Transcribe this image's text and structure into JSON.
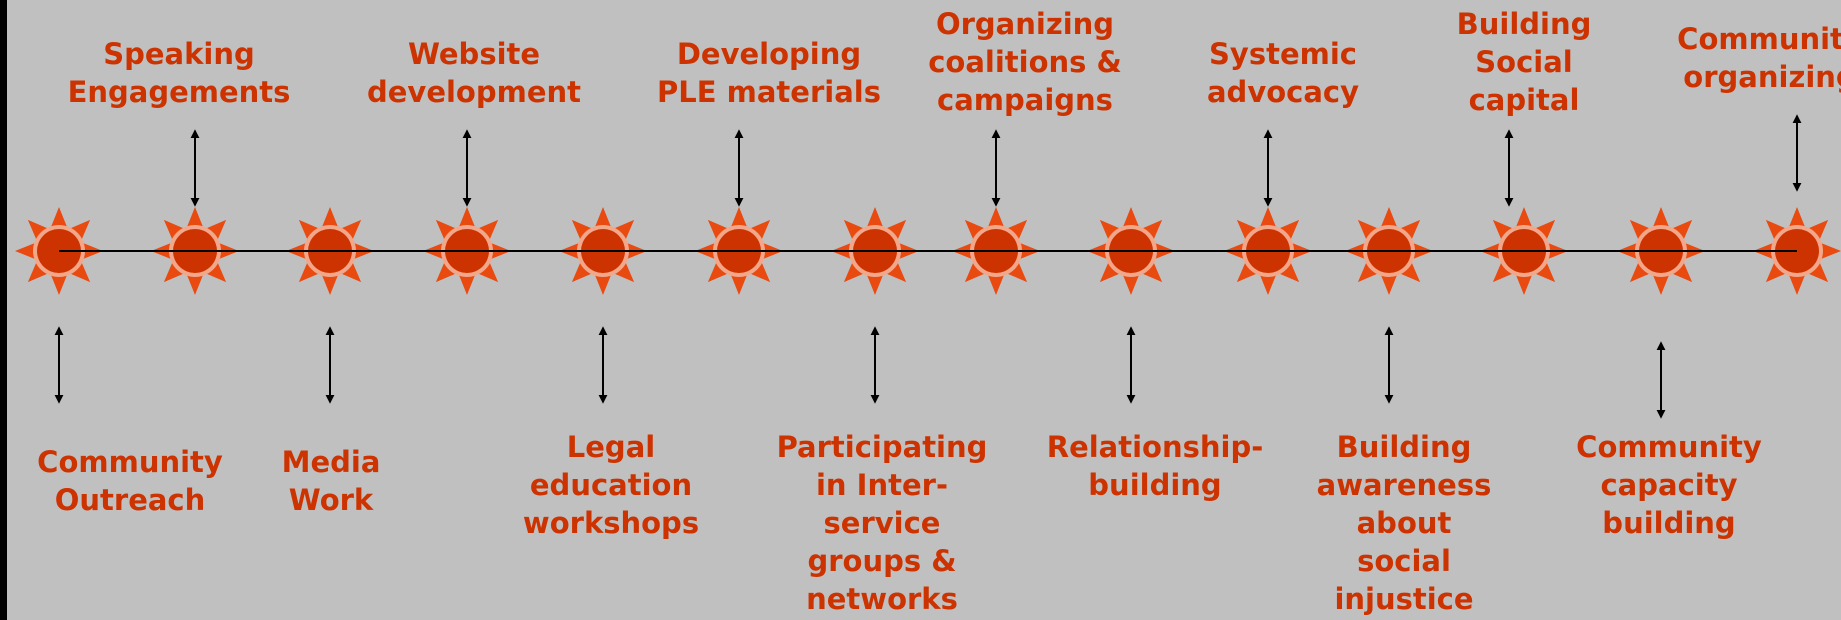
{
  "colors": {
    "accent": "#cc3300",
    "sun_ray": "#e84a10",
    "background": "#c0c0c0",
    "line": "#000000"
  },
  "labels_top": [
    {
      "id": "speaking-engagements",
      "text": "Speaking\nEngagements"
    },
    {
      "id": "website-development",
      "text": "Website\ndevelopment"
    },
    {
      "id": "developing-ple-materials",
      "text": "Developing\nPLE materials"
    },
    {
      "id": "organizing-coalitions",
      "text": "Organizing\ncoalitions &\ncampaigns"
    },
    {
      "id": "systemic-advocacy",
      "text": "Systemic\nadvocacy"
    },
    {
      "id": "building-social-capital",
      "text": "Building\nSocial\ncapital"
    },
    {
      "id": "community-organizing",
      "text": "Community\norganizing"
    }
  ],
  "labels_bottom": [
    {
      "id": "community-outreach",
      "text": "Community\nOutreach"
    },
    {
      "id": "media-work",
      "text": "Media\nWork"
    },
    {
      "id": "legal-education-workshops",
      "text": "Legal\neducation\nworkshops"
    },
    {
      "id": "participating-interservice",
      "text": "Participating\nin Inter-\nservice\ngroups &\nnetworks"
    },
    {
      "id": "relationship-building",
      "text": "Relationship-\nbuilding"
    },
    {
      "id": "building-awareness",
      "text": "Building\nawareness\nabout\nsocial\ninjustice"
    },
    {
      "id": "community-capacity-building",
      "text": "Community\ncapacity\nbuilding"
    }
  ]
}
